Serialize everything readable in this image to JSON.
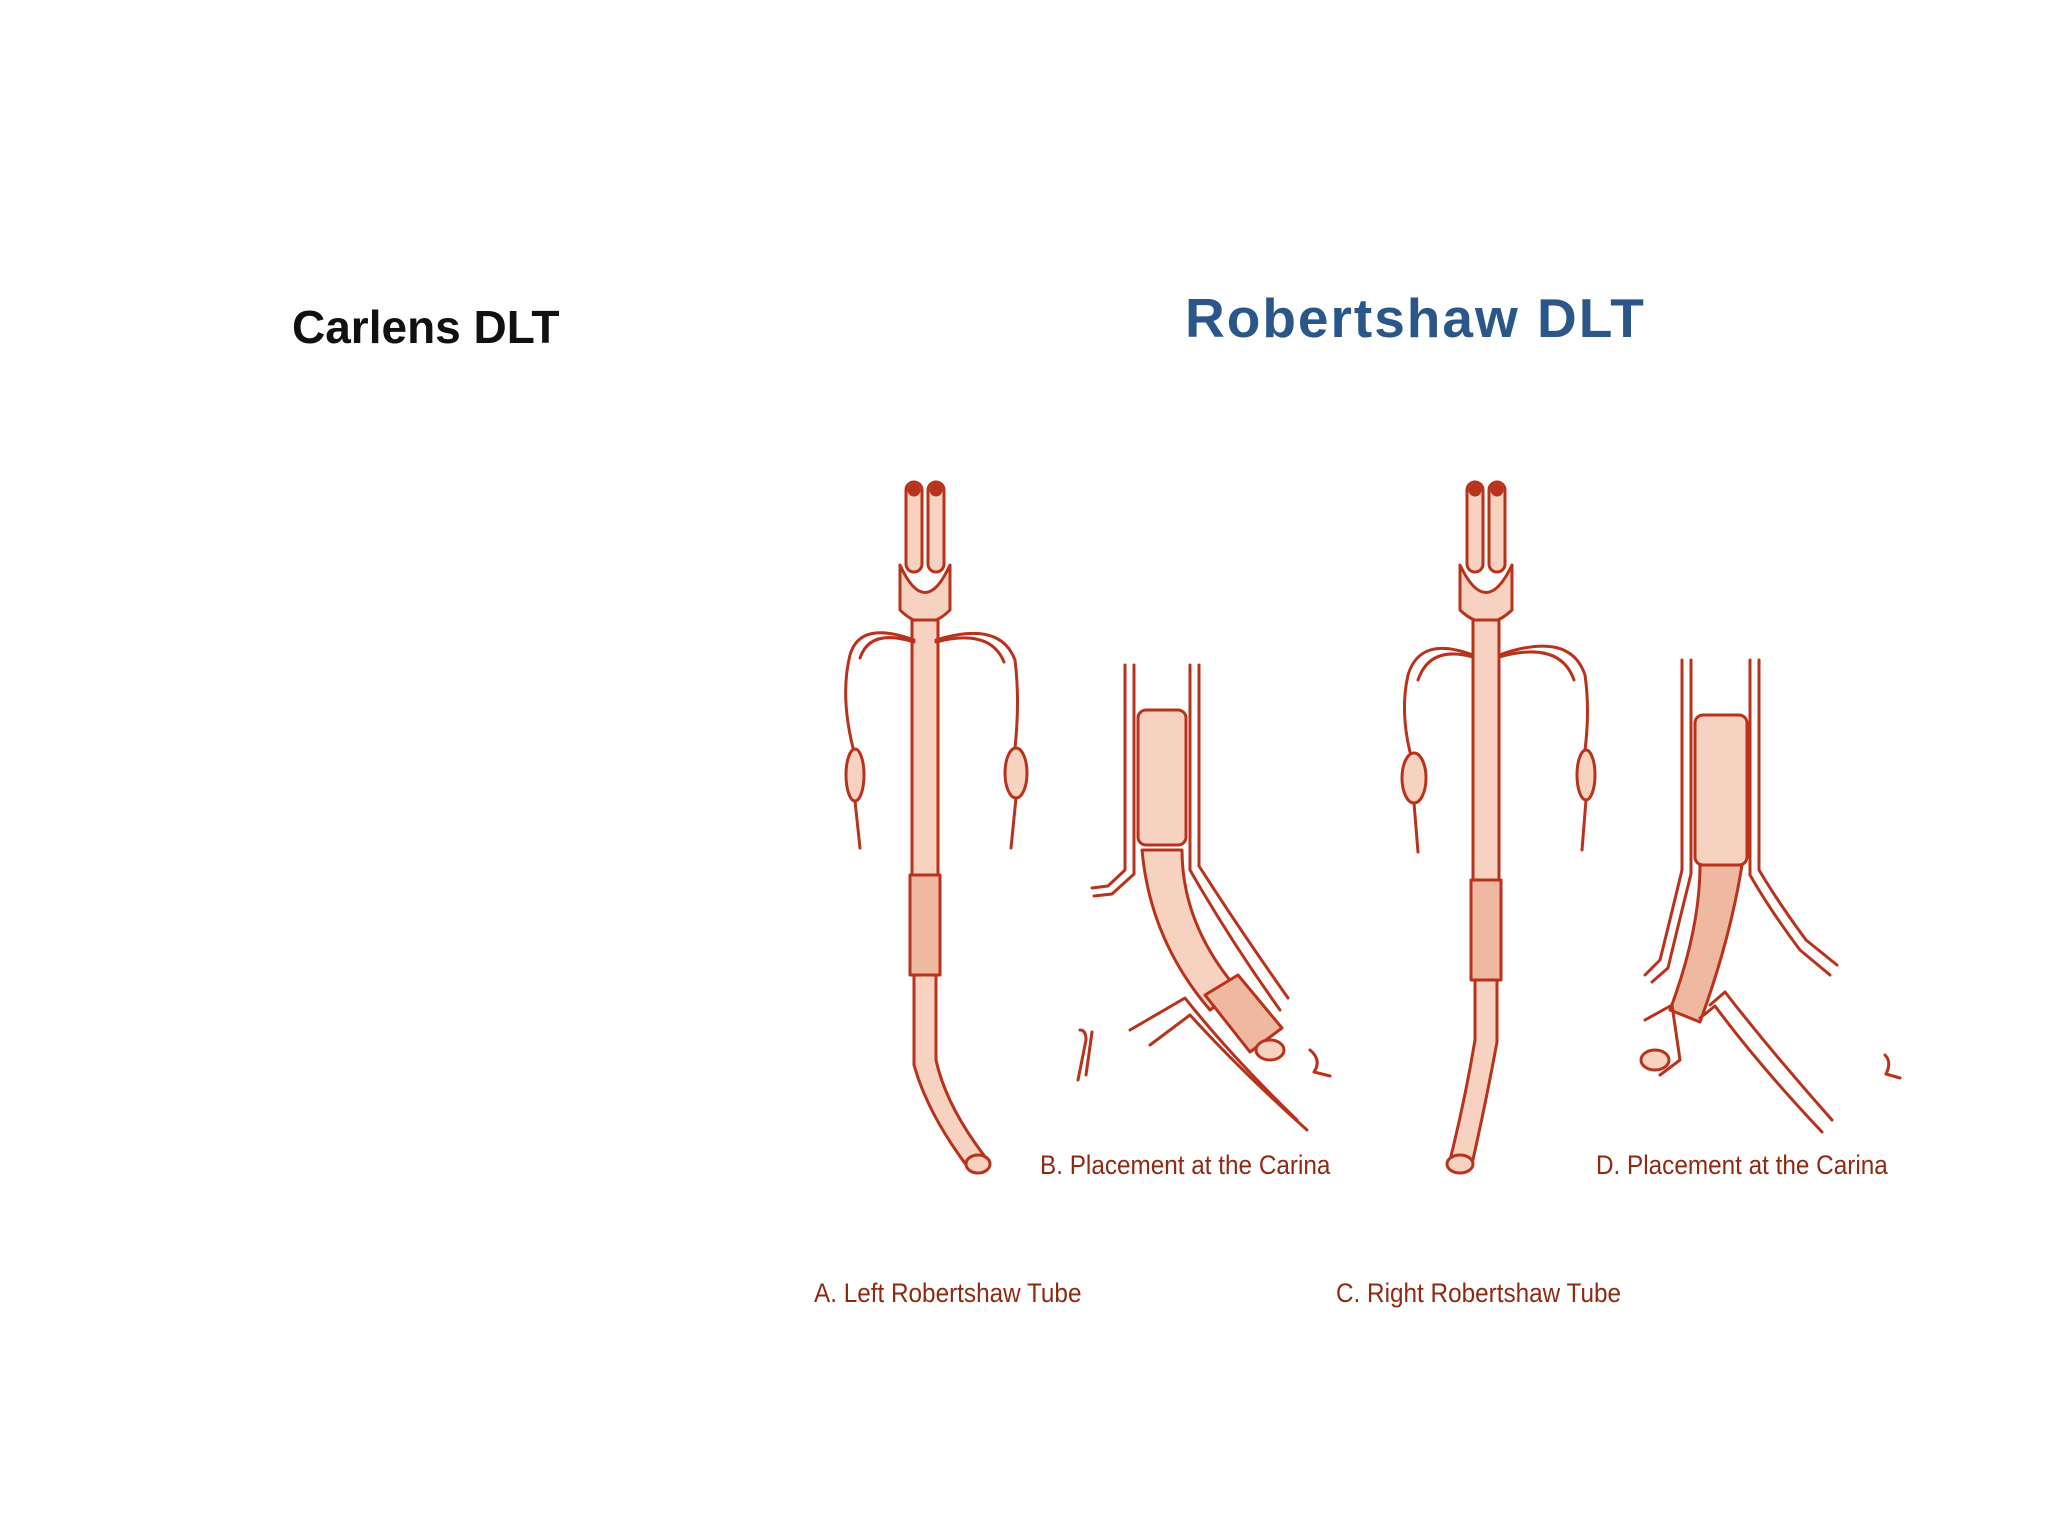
{
  "slide": {
    "left_title": "Carlens DLT",
    "right_title": "Robertshaw DLT"
  },
  "figure": {
    "captions": {
      "a": "A.  Left Robertshaw Tube",
      "b": "B.  Placement at the Carina",
      "c": "C.  Right Robertshaw Tube",
      "d": "D.  Placement at the Carina"
    },
    "colors": {
      "line": "#b8321c",
      "fill": "#f7d2c0",
      "caption": "#8e2a12",
      "title": "#2a568a"
    }
  }
}
